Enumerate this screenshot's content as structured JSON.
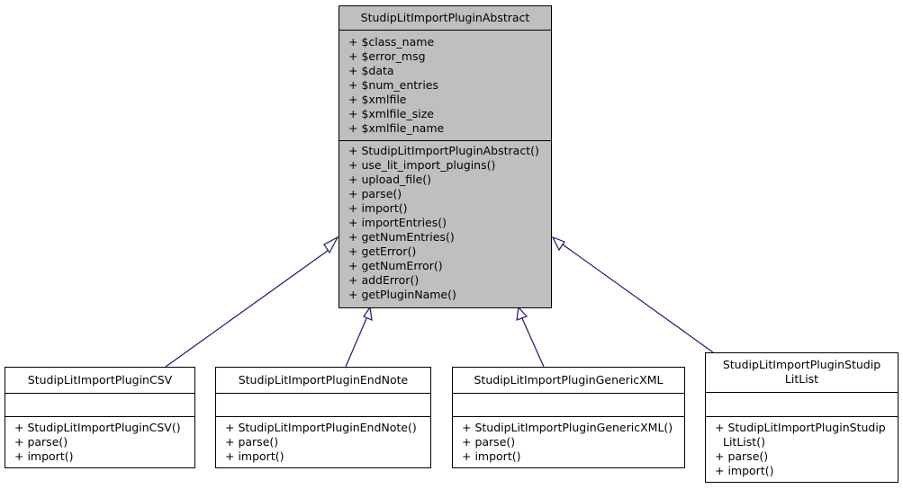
{
  "base": {
    "name": "StudipLitImportPluginAbstract",
    "attributes": [
      "+ $class_name",
      "+ $error_msg",
      "+ $data",
      "+ $num_entries",
      "+ $xmlfile",
      "+ $xmlfile_size",
      "+ $xmlfile_name"
    ],
    "methods": [
      "+ StudipLitImportPluginAbstract()",
      "+ use_lit_import_plugins()",
      "+ upload_file()",
      "+ parse()",
      "+ import()",
      "+ importEntries()",
      "+ getNumEntries()",
      "+ getError()",
      "+ getNumError()",
      "+ addError()",
      "+ getPluginName()"
    ]
  },
  "subclasses": [
    {
      "name_lines": [
        "StudipLitImportPluginCSV"
      ],
      "methods": [
        [
          "+ StudipLitImportPluginCSV()"
        ],
        [
          "+ parse()"
        ],
        [
          "+ import()"
        ]
      ]
    },
    {
      "name_lines": [
        "StudipLitImportPluginEndNote"
      ],
      "methods": [
        [
          "+ StudipLitImportPluginEndNote()"
        ],
        [
          "+ parse()"
        ],
        [
          "+ import()"
        ]
      ]
    },
    {
      "name_lines": [
        "StudipLitImportPluginGenericXML"
      ],
      "methods": [
        [
          "+ StudipLitImportPluginGenericXML()"
        ],
        [
          "+ parse()"
        ],
        [
          "+ import()"
        ]
      ]
    },
    {
      "name_lines": [
        "StudipLitImportPluginStudip",
        "LitList"
      ],
      "methods": [
        [
          "+ StudipLitImportPluginStudip",
          "LitList()"
        ],
        [
          "+ parse()"
        ],
        [
          "+ import()"
        ]
      ]
    }
  ],
  "colors": {
    "base_fill": "#bfbfbf",
    "class_fill": "#ffffff",
    "edge": "#191970"
  }
}
